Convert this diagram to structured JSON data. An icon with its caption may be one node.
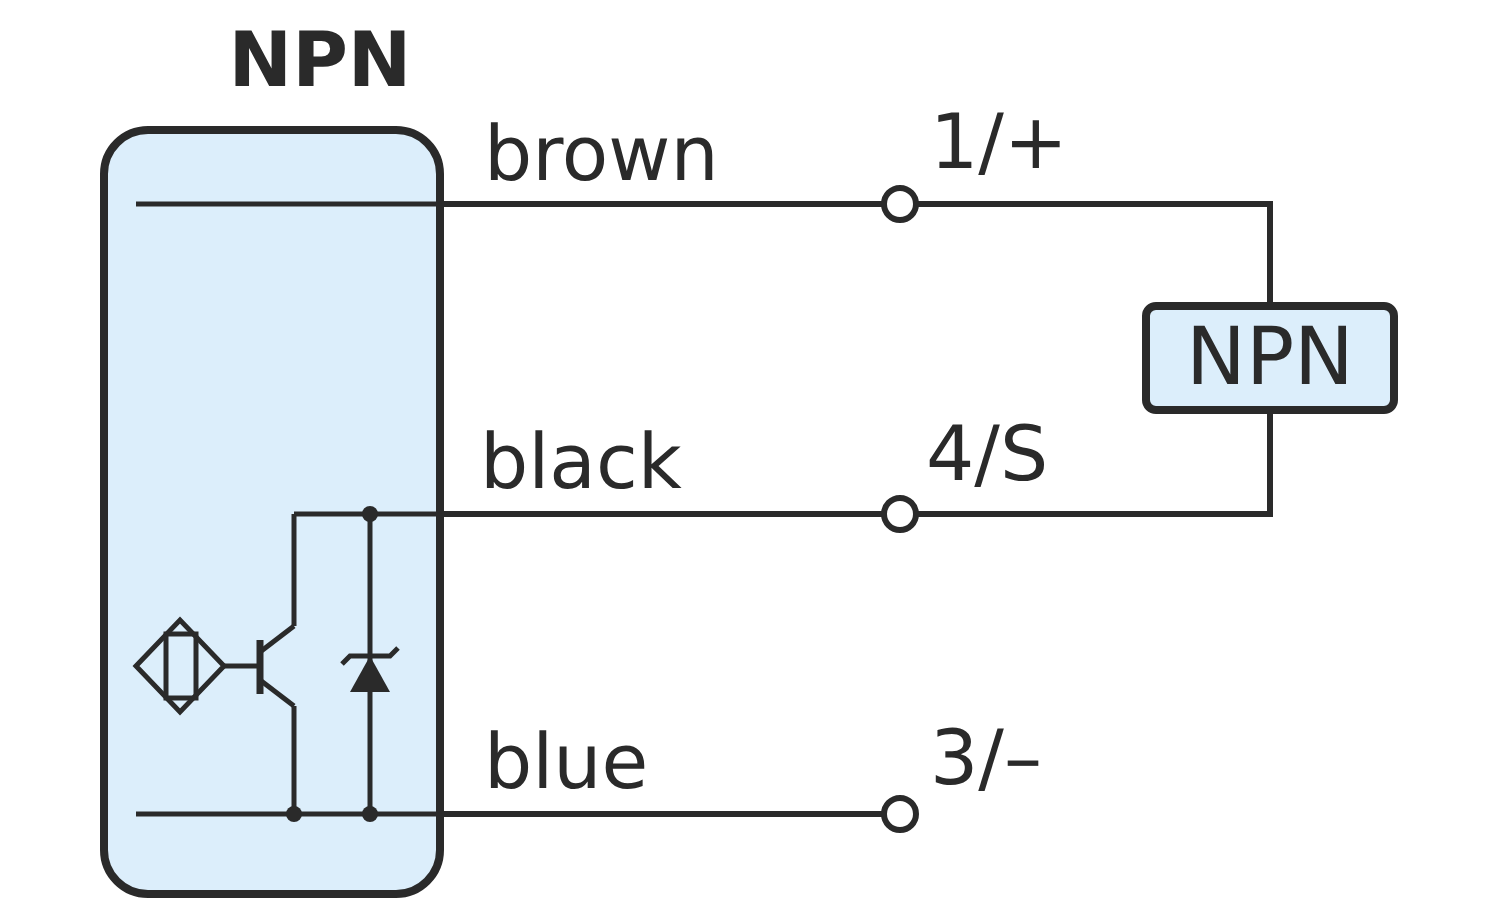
{
  "diagram": {
    "nodes": [
      {
        "text": [
          "NPN"
        ]
      },
      {
        "text": [],
        "shape": "circle",
        "beside": [
          "1/+"
        ]
      },
      {
        "text": [],
        "shape": "circle",
        "beside": [
          "4/S"
        ]
      },
      {
        "text": [],
        "shape": "circle",
        "beside": [
          "3/–"
        ]
      },
      {
        "text": [
          "NPN"
        ]
      }
    ],
    "edges": [
      {
        "from": 0,
        "to": 1,
        "arrow": "none",
        "label": "brown"
      },
      {
        "from": 0,
        "to": 2,
        "arrow": "none",
        "label": "black"
      },
      {
        "from": 0,
        "to": 3,
        "arrow": "none",
        "label": "blue"
      },
      {
        "from": 1,
        "to": 4,
        "arrow": "none"
      },
      {
        "from": 4,
        "to": 2,
        "arrow": "none"
      }
    ]
  }
}
